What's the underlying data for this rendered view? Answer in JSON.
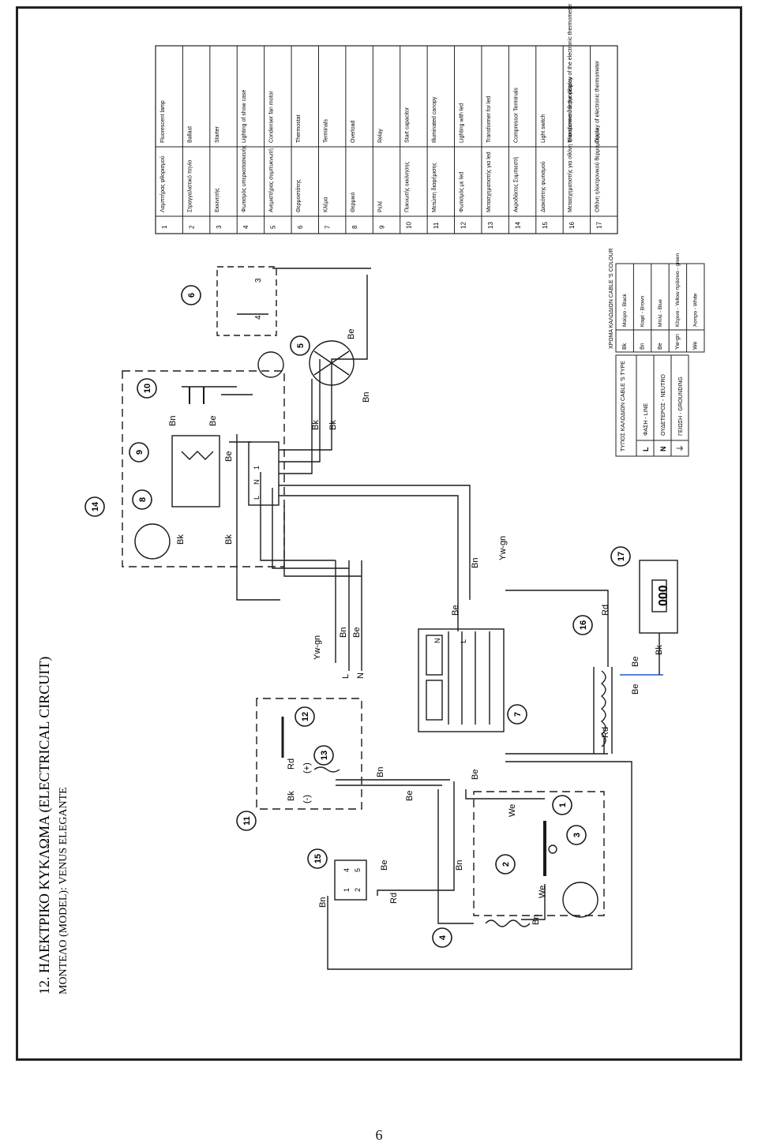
{
  "header": {
    "title": "12. ΗΛΕΚΤΡΙΚΟ ΚΥΚΛΩΜΑ (ELECTRICAL CIRCUIT)",
    "subtitle": "ΜΟΝΤΕΛΟ (MODEL): VENUS ELEGANTE"
  },
  "legend": {
    "rows": [
      {
        "num": "1",
        "gr": "Λαμπτήρας φθορισμού",
        "en": "Fluorescent lamp"
      },
      {
        "num": "2",
        "gr": "Στραγγαλιστικό πηνίο",
        "en": "Ballast"
      },
      {
        "num": "3",
        "gr": "Εκκινητής",
        "en": "Starter"
      },
      {
        "num": "4",
        "gr": "Φωτισμός υπερκατασκευής",
        "en": "Lighting of show case"
      },
      {
        "num": "5",
        "gr": "Ανεμιστήρας συμπυκνωτή",
        "en": "Condenser fan motor"
      },
      {
        "num": "6",
        "gr": "Θερμοστάτης",
        "en": "Thermostat"
      },
      {
        "num": "7",
        "gr": "Κλέμα",
        "en": "Terminals"
      },
      {
        "num": "8",
        "gr": "Θερμικό",
        "en": "Overload"
      },
      {
        "num": "9",
        "gr": "Ρελέ",
        "en": "Relay"
      },
      {
        "num": "10",
        "gr": "Πυκνωτής εκκίνησης",
        "en": "Start capacitor"
      },
      {
        "num": "11",
        "gr": "Μετώπη διαφήμισης",
        "en": "Illuminated canopy"
      },
      {
        "num": "12",
        "gr": "Φωτισμός με led",
        "en": "Lighting with led"
      },
      {
        "num": "13",
        "gr": "Μετασχηματιστής για led",
        "en": "Transformer for led"
      },
      {
        "num": "14",
        "gr": "Ακροδέκτες Συμπιεστή",
        "en": "Compressor Terminals"
      },
      {
        "num": "15",
        "gr": "Διακόπτης φωτισμού",
        "en": "Light switch"
      },
      {
        "num": "16",
        "gr": "Μετασχηματιστής για οθόνη ηλεκτρονικού θερμομέτρου",
        "en": "Transformer for the display of the electronic thermometer"
      },
      {
        "num": "17",
        "gr": "Οθόνη ηλεκτρονικού θερμομέτρου",
        "en": "Display of electronic thermometer"
      }
    ]
  },
  "cable_type_table": {
    "header": "ΤΥΠΟΣ ΚΑΛΩΔΙΩΝ CABLE 'S TYPE",
    "rows": [
      {
        "code": "L",
        "label": "ΦΑΣΗ - LINE"
      },
      {
        "code": "N",
        "label": "ΟΥΔΕΤΕΡΟΣ - NEUTRO"
      },
      {
        "code": "⏚",
        "label": "ΓΕΙΩΣΗ - GROUNDING"
      }
    ]
  },
  "cable_colour_table": {
    "header": "ΧΡΩΜΑ ΚΑΛΩΔΙΩΝ CABLE 'S COLOUR",
    "rows": [
      {
        "code": "Bk",
        "label": "Μαύρο - Black"
      },
      {
        "code": "Bn",
        "label": "Καφέ - Brown"
      },
      {
        "code": "Be",
        "label": "Μπλέ - Blue"
      },
      {
        "code": "Yw-gn",
        "label": "Κίτρινο - Yellow πράσινο - green"
      },
      {
        "code": "We",
        "label": "Άσπρο - White"
      }
    ]
  },
  "callouts": [
    "1",
    "2",
    "3",
    "4",
    "5",
    "6",
    "7",
    "8",
    "9",
    "10",
    "11",
    "12",
    "13",
    "14",
    "15",
    "16",
    "17"
  ],
  "wire_labels": {
    "bk": "Bk",
    "bn": "Bn",
    "be": "Be",
    "rd": "Rd",
    "we": "We",
    "ywgn": "Yw-gn",
    "line": "L",
    "neutral": "N",
    "one": "1",
    "plus": "(+)",
    "minus": "(-)",
    "sw1": "1",
    "sw2": "2",
    "sw4": "4",
    "sw5": "5",
    "th3": "3",
    "th4": "4",
    "display": "000"
  },
  "colors": {
    "wire": "#1a1a1a",
    "accent_blue": "#2255cc"
  },
  "page": {
    "number": "6"
  }
}
